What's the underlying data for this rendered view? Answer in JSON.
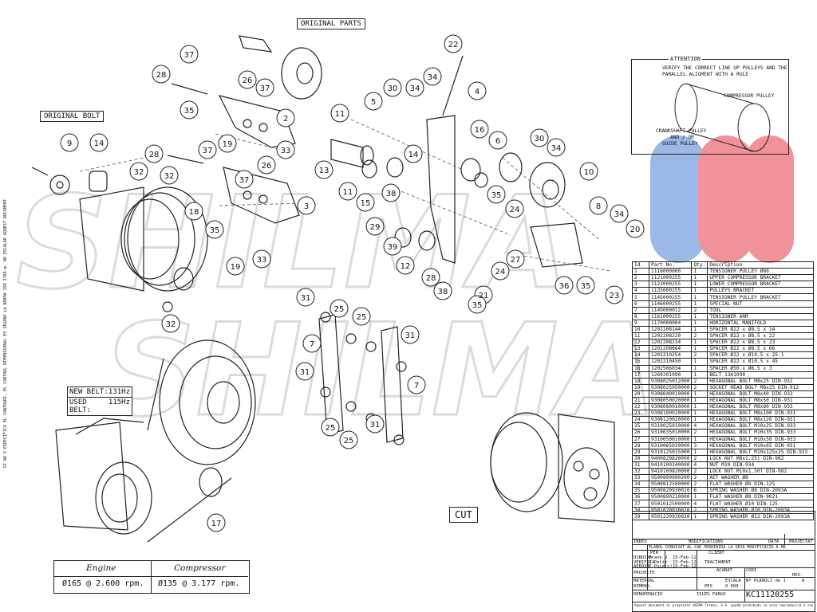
{
  "callouts": {
    "original_parts": "ORIGINAL PARTS",
    "original_bolt": "ORIGINAL BOLT",
    "cut": "CUT"
  },
  "belt_box": {
    "new_label": "NEW BELT:",
    "new_value": "131Hz",
    "used_label": "USED BELT:",
    "used_value": "115Hz"
  },
  "speed_table": {
    "col1_header": "Engine",
    "col2_header": "Compressor",
    "col1_value": "Ø165 @ 2.600 rpm.",
    "col2_value": "Ø135 @ 3.177 rpm."
  },
  "attention": {
    "title": "ATTENTION",
    "text_line1": "VERIFY THE CORRECT LINE UP PULLEYS AND THE",
    "text_line2": "PARALLEL ALIGMENT WITH A RULE",
    "compressor_pulley": "COMPRESSOR PULLEY",
    "crank_line1": "CRANKSHAFT PULLEY",
    "crank_line2": "AND / OR",
    "crank_line3": "GUIDE PULLEY"
  },
  "side_note": "SI NO S'ESPECIFICA EL CONTRARI, EL CONTROL DIMENSIONAL ES SEGONS LA NORMA ISO 2768-m. NO ESCALAR AQUEST DOCUMENT",
  "bom": {
    "headers": [
      "Id.",
      "Part No.",
      "Qty.",
      "Description"
    ],
    "rows": [
      [
        "1",
        "1116000000",
        "1",
        "TENSIONER PULLEY Ø80"
      ],
      [
        "2",
        "1121000255",
        "1",
        "UPPER COMPRESSOR BRACKET"
      ],
      [
        "3",
        "1122000255",
        "1",
        "LOWER COMPRESSOR BRACKET"
      ],
      [
        "4",
        "1135000255",
        "1",
        "PULLEYS BRACKET"
      ],
      [
        "5",
        "1145000255",
        "1",
        "TENSIONER PULLEY BRACKET"
      ],
      [
        "6",
        "1146000255",
        "1",
        "SPECIAL NUT"
      ],
      [
        "7",
        "1149000012",
        "2",
        "TOOL"
      ],
      [
        "8",
        "1161000255",
        "1",
        "TENSIONER ARM"
      ],
      [
        "9",
        "1170000004",
        "1",
        "HORIZONTAL MANIFOLD"
      ],
      [
        "10",
        "1202208144",
        "1",
        "SPACER Ø22 x Ø8.5 x 14"
      ],
      [
        "11",
        "1202208220",
        "2",
        "SPACER Ø22 x Ø8.5 x 22"
      ],
      [
        "12",
        "1202208234",
        "1",
        "SPACER Ø22 x Ø8.5 x 23"
      ],
      [
        "13",
        "1202208664",
        "1",
        "SPACER Ø22 x Ø8.5 x 66"
      ],
      [
        "14",
        "1202210254",
        "2",
        "SPACER Ø22 x Ø10.5 x 25.1"
      ],
      [
        "15",
        "1202210450",
        "1",
        "SPACER Ø22 x Ø10.5 x 45"
      ],
      [
        "16",
        "1202506034",
        "1",
        "SPACER Ø50 x Ø6.5 x 3"
      ],
      [
        "17",
        "1260201090",
        "1",
        "BELT 13A1090"
      ],
      [
        "18",
        "9308025012000",
        "2",
        "HEXAGONAL BOLT M8x25 DIN-931"
      ],
      [
        "19",
        "9308025050000",
        "2",
        "SOCKET HEAD BOLT M8x25 DIN-912"
      ],
      [
        "20",
        "9308040010000",
        "1",
        "HEXAGONAL BOLT M8x40 DIN-933"
      ],
      [
        "21",
        "9308050020000",
        "1",
        "HEXAGONAL BOLT M8x50 DIN-931"
      ],
      [
        "22",
        "9308080010000",
        "1",
        "HEXAGONAL BOLT M8x80 DIN-933"
      ],
      [
        "23",
        "9308100020000",
        "1",
        "HEXAGONAL BOLT M8x100 DIN-931"
      ],
      [
        "24",
        "9308120020000",
        "1",
        "HEXAGONAL BOLT M8x120 DIN-931"
      ],
      [
        "25",
        "9310025010000",
        "4",
        "HEXAGONAL BOLT M10x25 DIN-933"
      ],
      [
        "26",
        "9310035010000",
        "2",
        "HEXAGONAL BOLT M10x35 DIN-933"
      ],
      [
        "27",
        "9310050010000",
        "1",
        "HEXAGONAL BOLT M10x50 DIN-933"
      ],
      [
        "28",
        "9310065020000",
        "3",
        "HEXAGONAL BOLT M10x65 DIN-931"
      ],
      [
        "29",
        "9310125015000",
        "1",
        "HEXAGONAL BOLT M10x125x25 DIN-933"
      ],
      [
        "30",
        "9400829820000",
        "2",
        "LOCK NUT M8x1.25) DIN-982"
      ],
      [
        "31",
        "9410109340000",
        "4",
        "NUT M10 DIN-934"
      ],
      [
        "32",
        "9410109820000",
        "2",
        "LOCK NUT M10x1.50) DIN-982"
      ],
      [
        "33",
        "9500800000200",
        "2",
        "AET WASHER Ø8"
      ],
      [
        "34",
        "9500812500000",
        "2",
        "FLAT WASHER Ø8 DIN-125"
      ],
      [
        "35",
        "9500820930020",
        "6",
        "SPRING WASHER Ø8 DIN-2093A"
      ],
      [
        "36",
        "9500890210000",
        "1",
        "FLAT WASHER Ø8 DIN-9021"
      ],
      [
        "37",
        "9501012500000",
        "4",
        "FLAT WASHER Ø10 DIN-125"
      ],
      [
        "38",
        "9501020930020",
        "2",
        "SPRING WASHER Ø10 DIN-2093A"
      ],
      [
        "39",
        "9501220930020",
        "1",
        "SPRING WASHER Ø12 DIN-2093A"
      ]
    ]
  },
  "title_block": {
    "modifications": "MODIFICATIONS",
    "data": "DATA",
    "projectat": "PROJECTAT",
    "index": "INDEX",
    "warning": "PLÀNOL DIBUIXAT AL CAD PROHIBIDA LA SEVA MODIFICACIÓ A MÀ",
    "per": "PER",
    "dibuixa": "DIBUIXA",
    "dibuixa_per": "Frank V.",
    "dibuixa_data": "15-Feb-12",
    "verifica": "VERIFICA",
    "verifica_per": "J.Petit",
    "verifica_data": "15-Feb-12",
    "aprova": "APROVA",
    "aprova_per": "E.Puig(s)",
    "aprova_data": "15-Feb-12",
    "client": "CLIENT",
    "tractament": "TRACTAMENT",
    "projecte": "PROJECTE",
    "acabat": "ACABAT",
    "material": "MATERIAL",
    "dimens": "DIMENS.",
    "pes": "PES",
    "escala": "ESCALA",
    "escala_value": "0.600",
    "denominacio": "DENOMINACIÓ",
    "denominacio_value": "ISUZU FARGO",
    "codi": "CODI",
    "plano_label": "Nº PLÀNOL",
    "sheet": "1 de 1",
    "rev": "REV.",
    "rev_value": "A",
    "plano_number": "KC11120255",
    "footer": "Aquest document és propietat dCEMA Termos, S.A. queda prohibida la seva reproducció o cessió , total o parcial, a tercers persones sense autorització prèvia."
  },
  "colors": {
    "line": "#222222",
    "watermark": "#cfcfcf",
    "brand_red": "#e63946",
    "brand_blue": "#4a7fd4"
  }
}
